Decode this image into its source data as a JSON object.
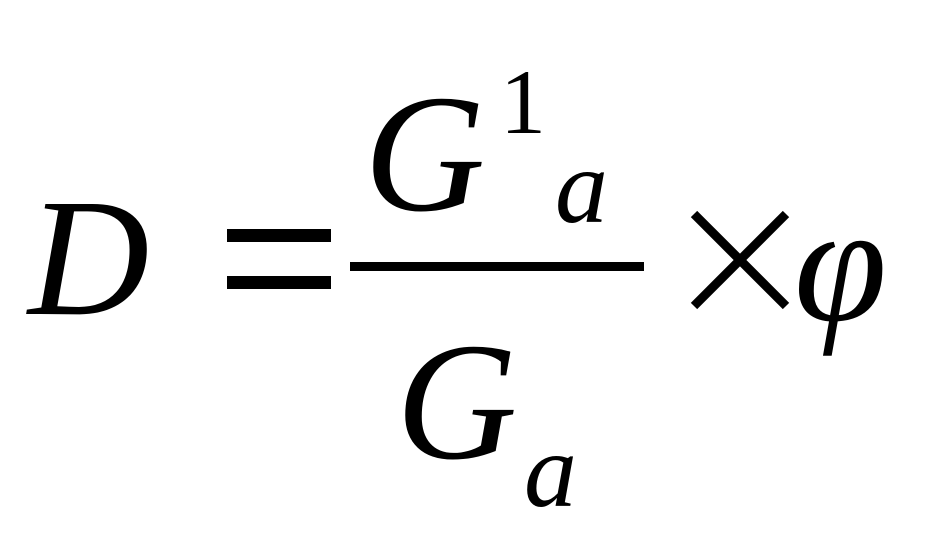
{
  "formula": {
    "lhs": "D",
    "numerator": {
      "base": "G",
      "superscript": "1",
      "subscript": "a"
    },
    "denominator": {
      "base": "G",
      "subscript": "a"
    },
    "multiplier": "φ",
    "equals_icon": "equals-sign-icon",
    "times_icon": "multiply-sign-icon",
    "text_color": "#000000",
    "background_color": "#ffffff"
  }
}
